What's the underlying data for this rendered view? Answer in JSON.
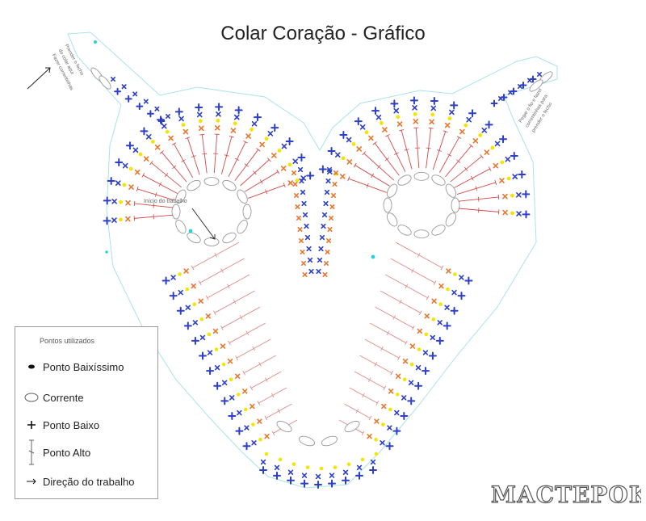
{
  "title": "Colar Coração - Gráfico",
  "start_label": "Início do trabalho",
  "corner_notes": {
    "left": [
      "Prender o fecho",
      "do colar aqui",
      "Fazer correntinhas"
    ],
    "right": [
      "Pegar o fio e fazer",
      "correntinhas para",
      "prender o fecho"
    ]
  },
  "legend": {
    "title": "Pontos utilizados",
    "items": [
      {
        "label": "Ponto Baixíssimo",
        "icon": "filled-oval-icon"
      },
      {
        "label": "Corrente",
        "icon": "oval-icon"
      },
      {
        "label": "Ponto Baixo",
        "icon": "plus-icon"
      },
      {
        "label": "Ponto Alto",
        "icon": "tall-stitch-icon"
      },
      {
        "label": "Direção do trabalho",
        "icon": "arrow-icon"
      }
    ]
  },
  "watermark": "МАСТЕРОКАЯ",
  "colors": {
    "blue": "#2d3fc7",
    "yellow": "#f2e600",
    "orange": "#e8772e",
    "red": "#d14b4b",
    "pink": "#e08a8a",
    "outline": "#a9e3e6",
    "grey": "#9a9a9a"
  }
}
